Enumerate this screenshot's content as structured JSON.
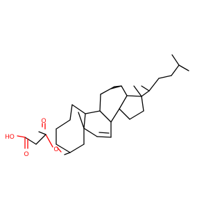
{
  "molecule": {
    "atom_labels": {
      "ester_oxygen": "O",
      "carbonyl_oxygen_ester": "O",
      "carbonyl_oxygen_acid": "O",
      "hydroxyl": "HO"
    },
    "colors": {
      "bond": "#000000",
      "oxygen": "#ff0000",
      "background": "#ffffff"
    }
  }
}
